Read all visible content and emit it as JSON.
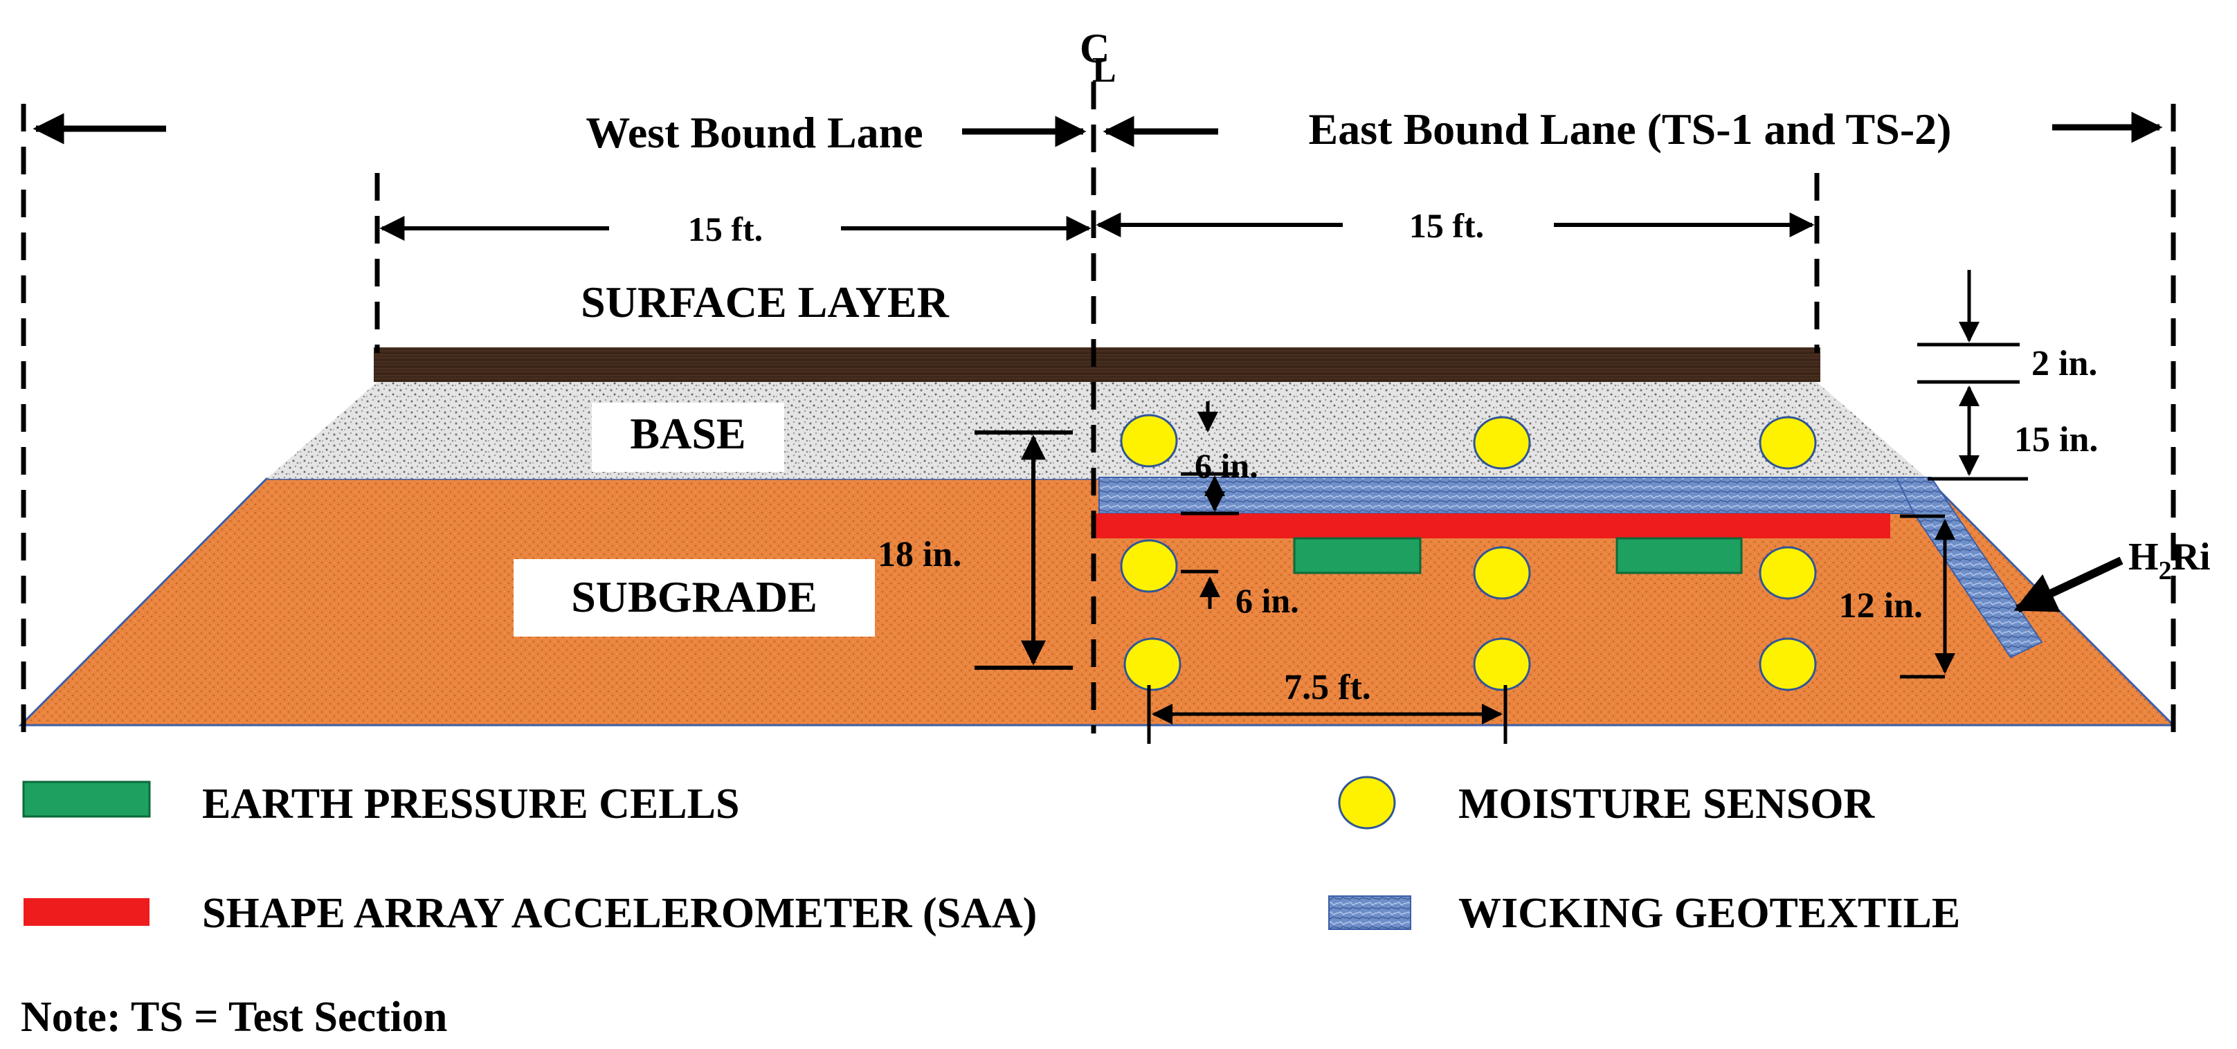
{
  "centerline": {
    "c": "C",
    "l": "L"
  },
  "lanes": {
    "west": "West Bound Lane",
    "east": "East Bound Lane (TS-1 and TS-2)"
  },
  "dimensions": {
    "west_width": "15 ft.",
    "east_width": "15 ft.",
    "surface_thickness": "2 in.",
    "base_thickness": "15 in.",
    "sensor_depth_upper": "6 in.",
    "sensor_depth_lower": "6 in.",
    "total_depth": "18 in.",
    "geotextile_slope_depth": "12 in.",
    "sensor_spacing": "7.5 ft."
  },
  "layers": {
    "surface": "SURFACE LAYER",
    "base": "BASE",
    "subgrade": "SUBGRADE"
  },
  "h2ri": {
    "main": "H",
    "sub": "2",
    "rest": "Ri"
  },
  "legend": {
    "pressure_cells": "EARTH PRESSURE CELLS",
    "saa": "SHAPE ARRAY ACCELEROMETER (SAA)",
    "moisture_sensor": "MOISTURE SENSOR",
    "geotextile": "WICKING GEOTEXTILE"
  },
  "note": "Note: TS = Test Section",
  "colors": {
    "surface": "#3b2518",
    "base": "#dcdcdc",
    "subgrade": "#e9823f",
    "geotextile": "#6f8fc9",
    "saa": "#ee1c1c",
    "pressure_cell": "#1ea060",
    "moisture_sensor": "#fff200"
  }
}
